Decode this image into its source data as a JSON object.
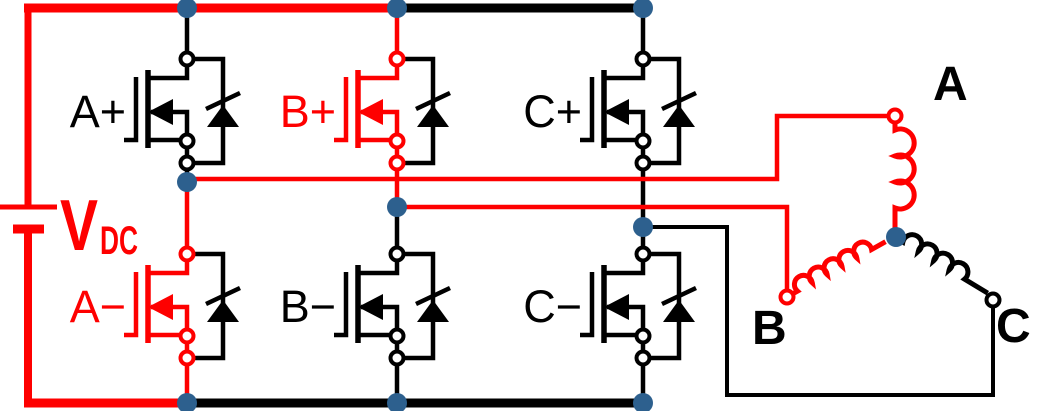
{
  "diagram": {
    "type": "three-phase-inverter-with-wye-motor-windings",
    "palette": {
      "conducting_red": "#fe0000",
      "wire_black": "#000000",
      "node_blue": "#2d608e",
      "background": "#ffffff"
    },
    "dc_source": {
      "label": "V",
      "subscript": "DC"
    },
    "switches": [
      {
        "id": "A+",
        "label": "A+",
        "phase": "A",
        "side": "high",
        "conducting": false
      },
      {
        "id": "B+",
        "label": "B+",
        "phase": "B",
        "side": "high",
        "conducting": true
      },
      {
        "id": "C+",
        "label": "C+",
        "phase": "C",
        "side": "high",
        "conducting": false
      },
      {
        "id": "A-",
        "label": "A−",
        "phase": "A",
        "side": "low",
        "conducting": true
      },
      {
        "id": "B-",
        "label": "B−",
        "phase": "B",
        "side": "low",
        "conducting": false
      },
      {
        "id": "C-",
        "label": "C−",
        "phase": "C",
        "side": "low",
        "conducting": false
      }
    ],
    "windings": [
      {
        "label": "A",
        "conducting": true
      },
      {
        "label": "B",
        "conducting": true
      },
      {
        "label": "C",
        "conducting": false
      }
    ]
  }
}
